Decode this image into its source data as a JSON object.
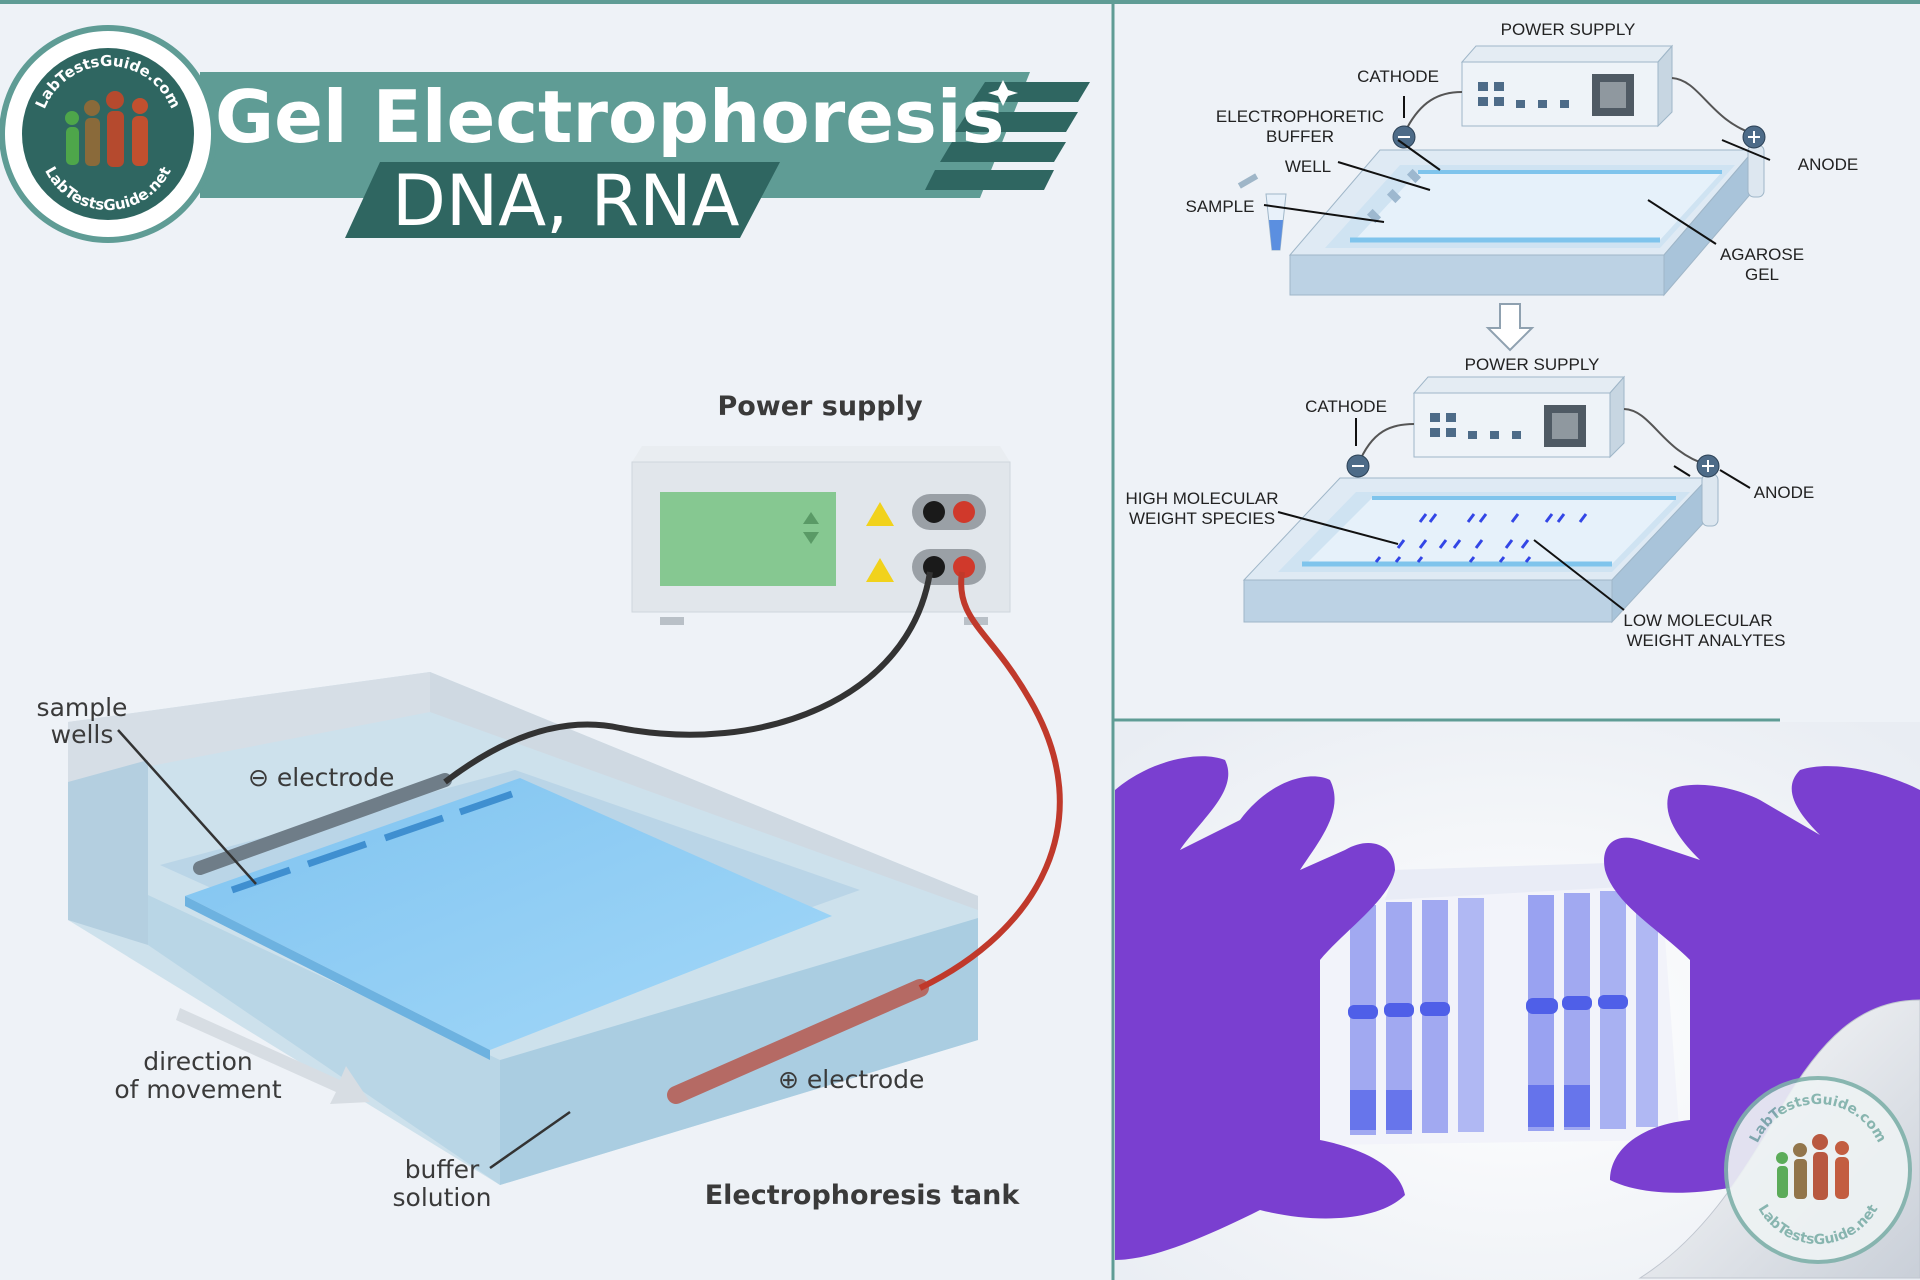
{
  "banner": {
    "title": "Gel Electrophoresis",
    "subtitle": "DNA, RNA",
    "logo_text_top": "LabTestsGuide.com",
    "logo_text_bottom": "LabTestsGuide.net"
  },
  "main_diagram": {
    "power_supply": "Power supply",
    "sample_wells_1": "sample",
    "sample_wells_2": "wells",
    "neg_electrode": "⊖ electrode",
    "pos_electrode": "⊕ electrode",
    "direction_1": "direction",
    "direction_2": "of movement",
    "buffer_1": "buffer",
    "buffer_2": "solution",
    "tank": "Electrophoresis tank"
  },
  "top_right": {
    "power_supply": "POWER SUPPLY",
    "cathode": "CATHODE",
    "buffer_1": "ELECTROPHORETIC",
    "buffer_2": "BUFFER",
    "well": "WELL",
    "sample": "SAMPLE",
    "anode": "ANODE",
    "agarose_1": "AGAROSE",
    "agarose_2": "GEL"
  },
  "mid_right": {
    "power_supply": "POWER SUPPLY",
    "cathode": "CATHODE",
    "anode": "ANODE",
    "high_1": "HIGH MOLECULAR",
    "high_2": "WEIGHT SPECIES",
    "low_1": "LOW MOLECULAR",
    "low_2": "WEIGHT ANALYTES"
  },
  "colors": {
    "banner_teal": "#5f9c95",
    "banner_dark": "#2f6661",
    "gel_blue": "#8ecbf2",
    "glove_purple": "#7a3fd0",
    "gel_band": "#3346e6",
    "negative_wire": "#333333",
    "positive_wire": "#c0392b"
  }
}
